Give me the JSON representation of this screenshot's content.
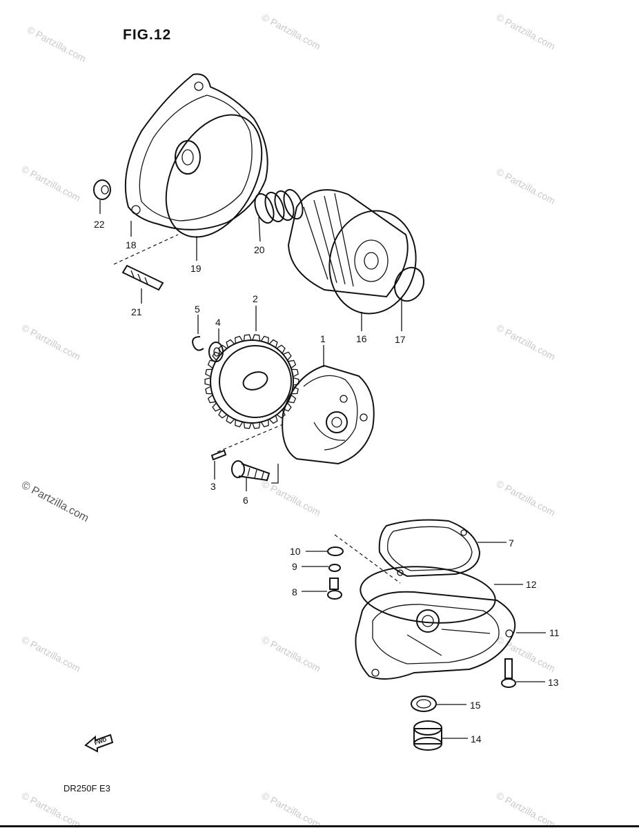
{
  "figure": {
    "title": "FIG.12",
    "model_code": "DR250F  E3"
  },
  "watermark": {
    "text": "© Partzilla.com"
  },
  "fwd_badge": {
    "text": "FWD"
  },
  "parts": {
    "p1": "1",
    "p2": "2",
    "p3": "3",
    "p4": "4",
    "p5": "5",
    "p6": "6",
    "p7": "7",
    "p8": "8",
    "p9": "9",
    "p10": "10",
    "p11": "11",
    "p12": "12",
    "p13": "13",
    "p14": "14",
    "p15": "15",
    "p16": "16",
    "p17": "17",
    "p18": "18",
    "p19": "19",
    "p20": "20",
    "p21": "21",
    "p22": "22"
  }
}
